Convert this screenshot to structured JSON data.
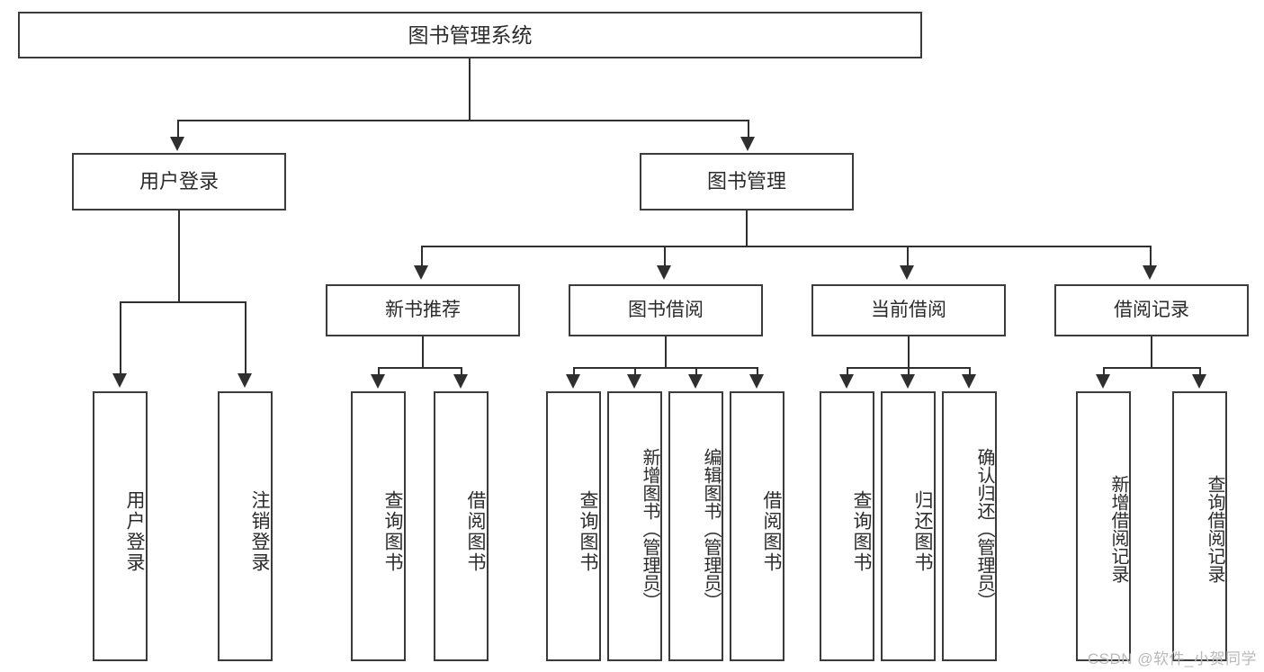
{
  "diagram": {
    "type": "tree",
    "title": "图书管理系统",
    "root": {
      "label": "图书管理系统"
    },
    "level2": [
      {
        "label": "用户登录"
      },
      {
        "label": "图书管理"
      }
    ],
    "level3": [
      {
        "label": "新书推荐"
      },
      {
        "label": "图书借阅"
      },
      {
        "label": "当前借阅"
      },
      {
        "label": "借阅记录"
      }
    ],
    "leaves": {
      "user_login": [
        {
          "label": "用户登录"
        },
        {
          "label": "注销登录"
        }
      ],
      "new_book_recommend": [
        {
          "label": "查询图书"
        },
        {
          "label": "借阅图书"
        }
      ],
      "book_borrow": [
        {
          "label": "查询图书"
        },
        {
          "label": "新增图书（管理员）"
        },
        {
          "label": "编辑图书（管理员）"
        },
        {
          "label": "借阅图书"
        }
      ],
      "current_borrow": [
        {
          "label": "查询图书"
        },
        {
          "label": "归还图书"
        },
        {
          "label": "确认归还（管理员）"
        }
      ],
      "borrow_record": [
        {
          "label": "新增借阅记录"
        },
        {
          "label": "查询借阅记录"
        }
      ]
    }
  },
  "watermark": {
    "text": "CSDN @软件_小贺同学"
  },
  "colors": {
    "box_border": "#3b3b3b",
    "connector": "#2f2f2f",
    "text": "#2b2b2b",
    "background": "#ffffff",
    "watermark": "#b9b9b9"
  }
}
